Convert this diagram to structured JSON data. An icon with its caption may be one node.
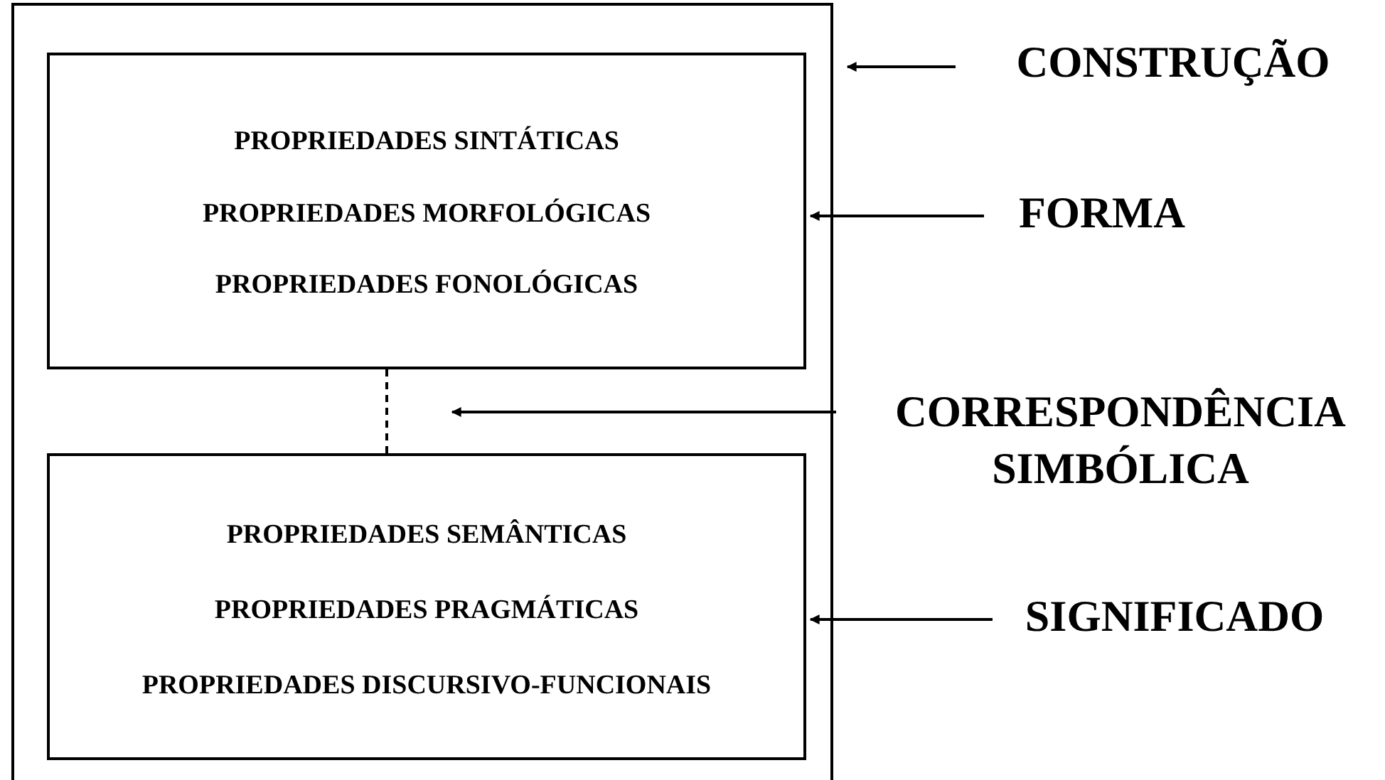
{
  "diagram": {
    "nodes": [
      {
        "text": [],
        "shape": "box"
      },
      {
        "text": [
          "PROPRIEDADES SINTÁTICAS",
          "PROPRIEDADES MORFOLÓGICAS",
          "PROPRIEDADES FONOLÓGICAS"
        ],
        "in": 0
      },
      {
        "text": [
          "PROPRIEDADES SEMÂNTICAS",
          "PROPRIEDADES PRAGMÁTICAS",
          "PROPRIEDADES DISCURSIVO-FUNCIONAIS"
        ],
        "in": 0
      },
      {
        "text": [
          "CONSTRUÇÃO"
        ]
      },
      {
        "text": [
          "FORMA"
        ]
      },
      {
        "text": [
          "CORRESPONDÊNCIA SIMBÓLICA"
        ]
      },
      {
        "text": [
          "SIGNIFICADO"
        ]
      }
    ],
    "edges": [
      {
        "from": 1,
        "to": 2,
        "arrow": "none",
        "style": "dashed"
      },
      {
        "from": 3,
        "to": 0,
        "arrow": "to"
      },
      {
        "from": 4,
        "to": 1,
        "arrow": "to"
      },
      {
        "from": 5,
        "to": null,
        "arrow": "to"
      },
      {
        "from": 6,
        "to": 2,
        "arrow": "to"
      }
    ]
  }
}
